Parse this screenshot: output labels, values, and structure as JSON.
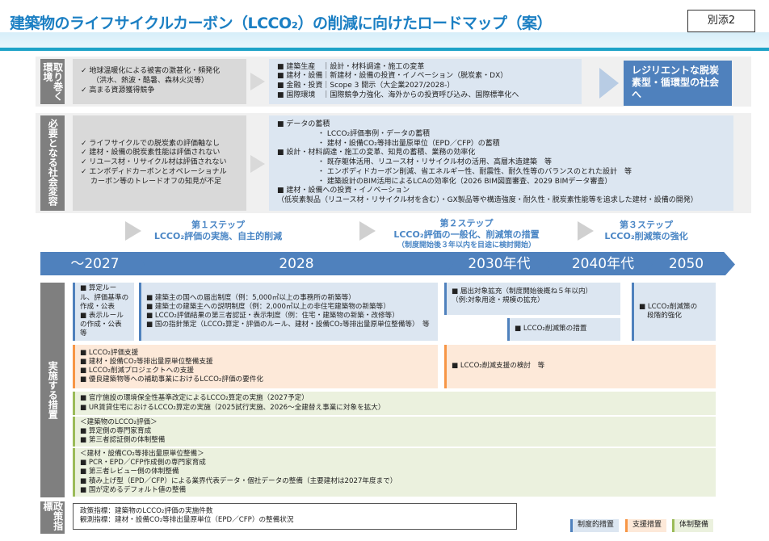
{
  "header": {
    "title": "建築物のライフサイクルカーボン（LCCO₂）の削減に向けたロードマップ（案）",
    "annex": "別添2"
  },
  "env": {
    "label": "取り巻く環境",
    "left": [
      "✓ 地球温暖化による被害の激甚化・頻発化",
      "（洪水、熱波・酷暑、森林火災等）",
      "✓ 高まる資源獲得競争"
    ],
    "right": [
      "■ 建築生産　｜設計・材料調達・施工の変革",
      "■ 建材・設備｜新建材・設備の投資・イノベーション（脱炭素・DX）",
      "■ 金融・投資｜Scope 3 開示（大企業2027/2028-）",
      "■ 国際環境　｜国際競争力強化、海外からの投資呼び込み、国際標準化へ"
    ],
    "goal": "レジリエントな脱炭素型・循環型の社会へ"
  },
  "need": {
    "label": "必要となる社会変容",
    "left": [
      "✓ ライフサイクルでの脱炭素の評価軸なし",
      "✓ 建材・設備の脱炭素性能は評価されない",
      "✓ リユース材・リサイクル材は評価されない",
      "✓ エンボディドカーボンとオペレーショナル",
      "カーボン等のトレードオフの知見が不足"
    ],
    "right": [
      {
        "t": "■ データの蓄積",
        "l": 0
      },
      {
        "t": "・ LCCO₂評価事例・データの蓄積",
        "l": 2
      },
      {
        "t": "・ 建材・設備CO₂等排出量原単位（EPD／CFP）の蓄積",
        "l": 2
      },
      {
        "t": "■ 設計・材料調達・施工の変革、知見の蓄積、業務の効率化",
        "l": 0
      },
      {
        "t": "・ 既存躯体活用、リユース材・リサイクル材の活用、高層木造建築　等",
        "l": 2
      },
      {
        "t": "・ エンボディドカーボン削減、省エネルギー性、耐震性、耐久性等のバランスのとれた設計　等",
        "l": 2
      },
      {
        "t": "・ 建築設計のBIM活用によるLCAの効率化（2026 BIM図面審査、2029 BIMデータ審査）",
        "l": 2
      },
      {
        "t": "■ 建材・設備への投資・イノベーション",
        "l": 0
      },
      {
        "t": "（低炭素製品（リユース材・リサイクル材を含む）・GX製品等や構造強度・耐久性・脱炭素性能等を追求した建材・設備の開発）",
        "l": 0
      }
    ]
  },
  "steps": [
    {
      "title": "第１ステップ",
      "desc": "LCCO₂評価の実施、自主的削減"
    },
    {
      "title": "第２ステップ",
      "desc": "LCCO₂評価の一般化、削減策の措置",
      "note": "（制度開始後３年以内を目途に検討開始）"
    },
    {
      "title": "第３ステップ",
      "desc": "LCCO₂削減策の強化"
    }
  ],
  "timeline": [
    "～2027",
    "2028",
    "2030年代",
    "2040年代",
    "2050"
  ],
  "measures": {
    "label": "実施する措置",
    "b1": [
      "■ 算定ルール、評価基準の作成・公表",
      "■ 表示ルールの作成・公表　等"
    ],
    "b2": [
      "■ 建築主の国への届出制度（例：5,000㎡以上の事務所の新築等）",
      "■ 建築士の建築主への説明制度（例：2,000㎡以上の非住宅建築物の新築等）",
      "■ LCCO₂評価結果の第三者認証・表示制度（例：住宅・建築物の新築・改修等）",
      "■ 国の指針策定（LCCO₂算定・評価のルール、建材・設備CO₂等排出量原単位整備等）　等"
    ],
    "b3": [
      "■ 届出対象拡充（制度開始後概ね５年以内）",
      "（例:対象用途・規模の拡充）"
    ],
    "b4": "■ LCCO₂削減策の措置",
    "b5": [
      "■ LCCO₂削減策の",
      "段階的強化"
    ],
    "o1": [
      "■ LCCO₂評価支援",
      "■ 建材・設備CO₂等排出量原単位整備支援",
      "■ LCCO₂削減プロジェクトへの支援",
      "■ 優良建築物等への補助事業におけるLCCO₂評価の要件化"
    ],
    "o2": "■ LCCO₂削減支援の検討　等",
    "g1": [
      "■ 官庁施設の環境保全性基準改定によるLCCO₂算定の実施（2027予定）",
      "■ UR賃貸住宅におけるLCCO₂算定の実施（2025試行実施、2026～全建替え事業に対象を拡大）"
    ],
    "g2": [
      "＜建築物のLCCO₂評価＞",
      "■ 算定側の専門家育成",
      "■ 第三者認証側の体制整備"
    ],
    "g3": [
      "＜建材・設備CO₂等排出量原単位整備＞",
      "■ PCR・EPD／CFP作成側の専門家育成",
      "■ 第三者レビュー側の体制整備",
      "■ 積み上げ型（EPD／CFP）による業界代表データ・個社データの整備（主要建材は2027年度まで）",
      "■ 国が定めるデフォルト値の整備"
    ]
  },
  "indicators": {
    "label": "政策指標",
    "lines": [
      "政策指標：建築物のLCCO₂評価の実施件数",
      "観測指標：建材・設備CO₂等排出量原単位（EPD／CFP）の整備状況"
    ]
  },
  "legend": [
    "制度的措置",
    "支援措置",
    "体制整備"
  ],
  "colors": {
    "blue": "#4f81bd",
    "orange": "#f79646",
    "green": "#9bbb59",
    "title": "#1b7fc3"
  }
}
